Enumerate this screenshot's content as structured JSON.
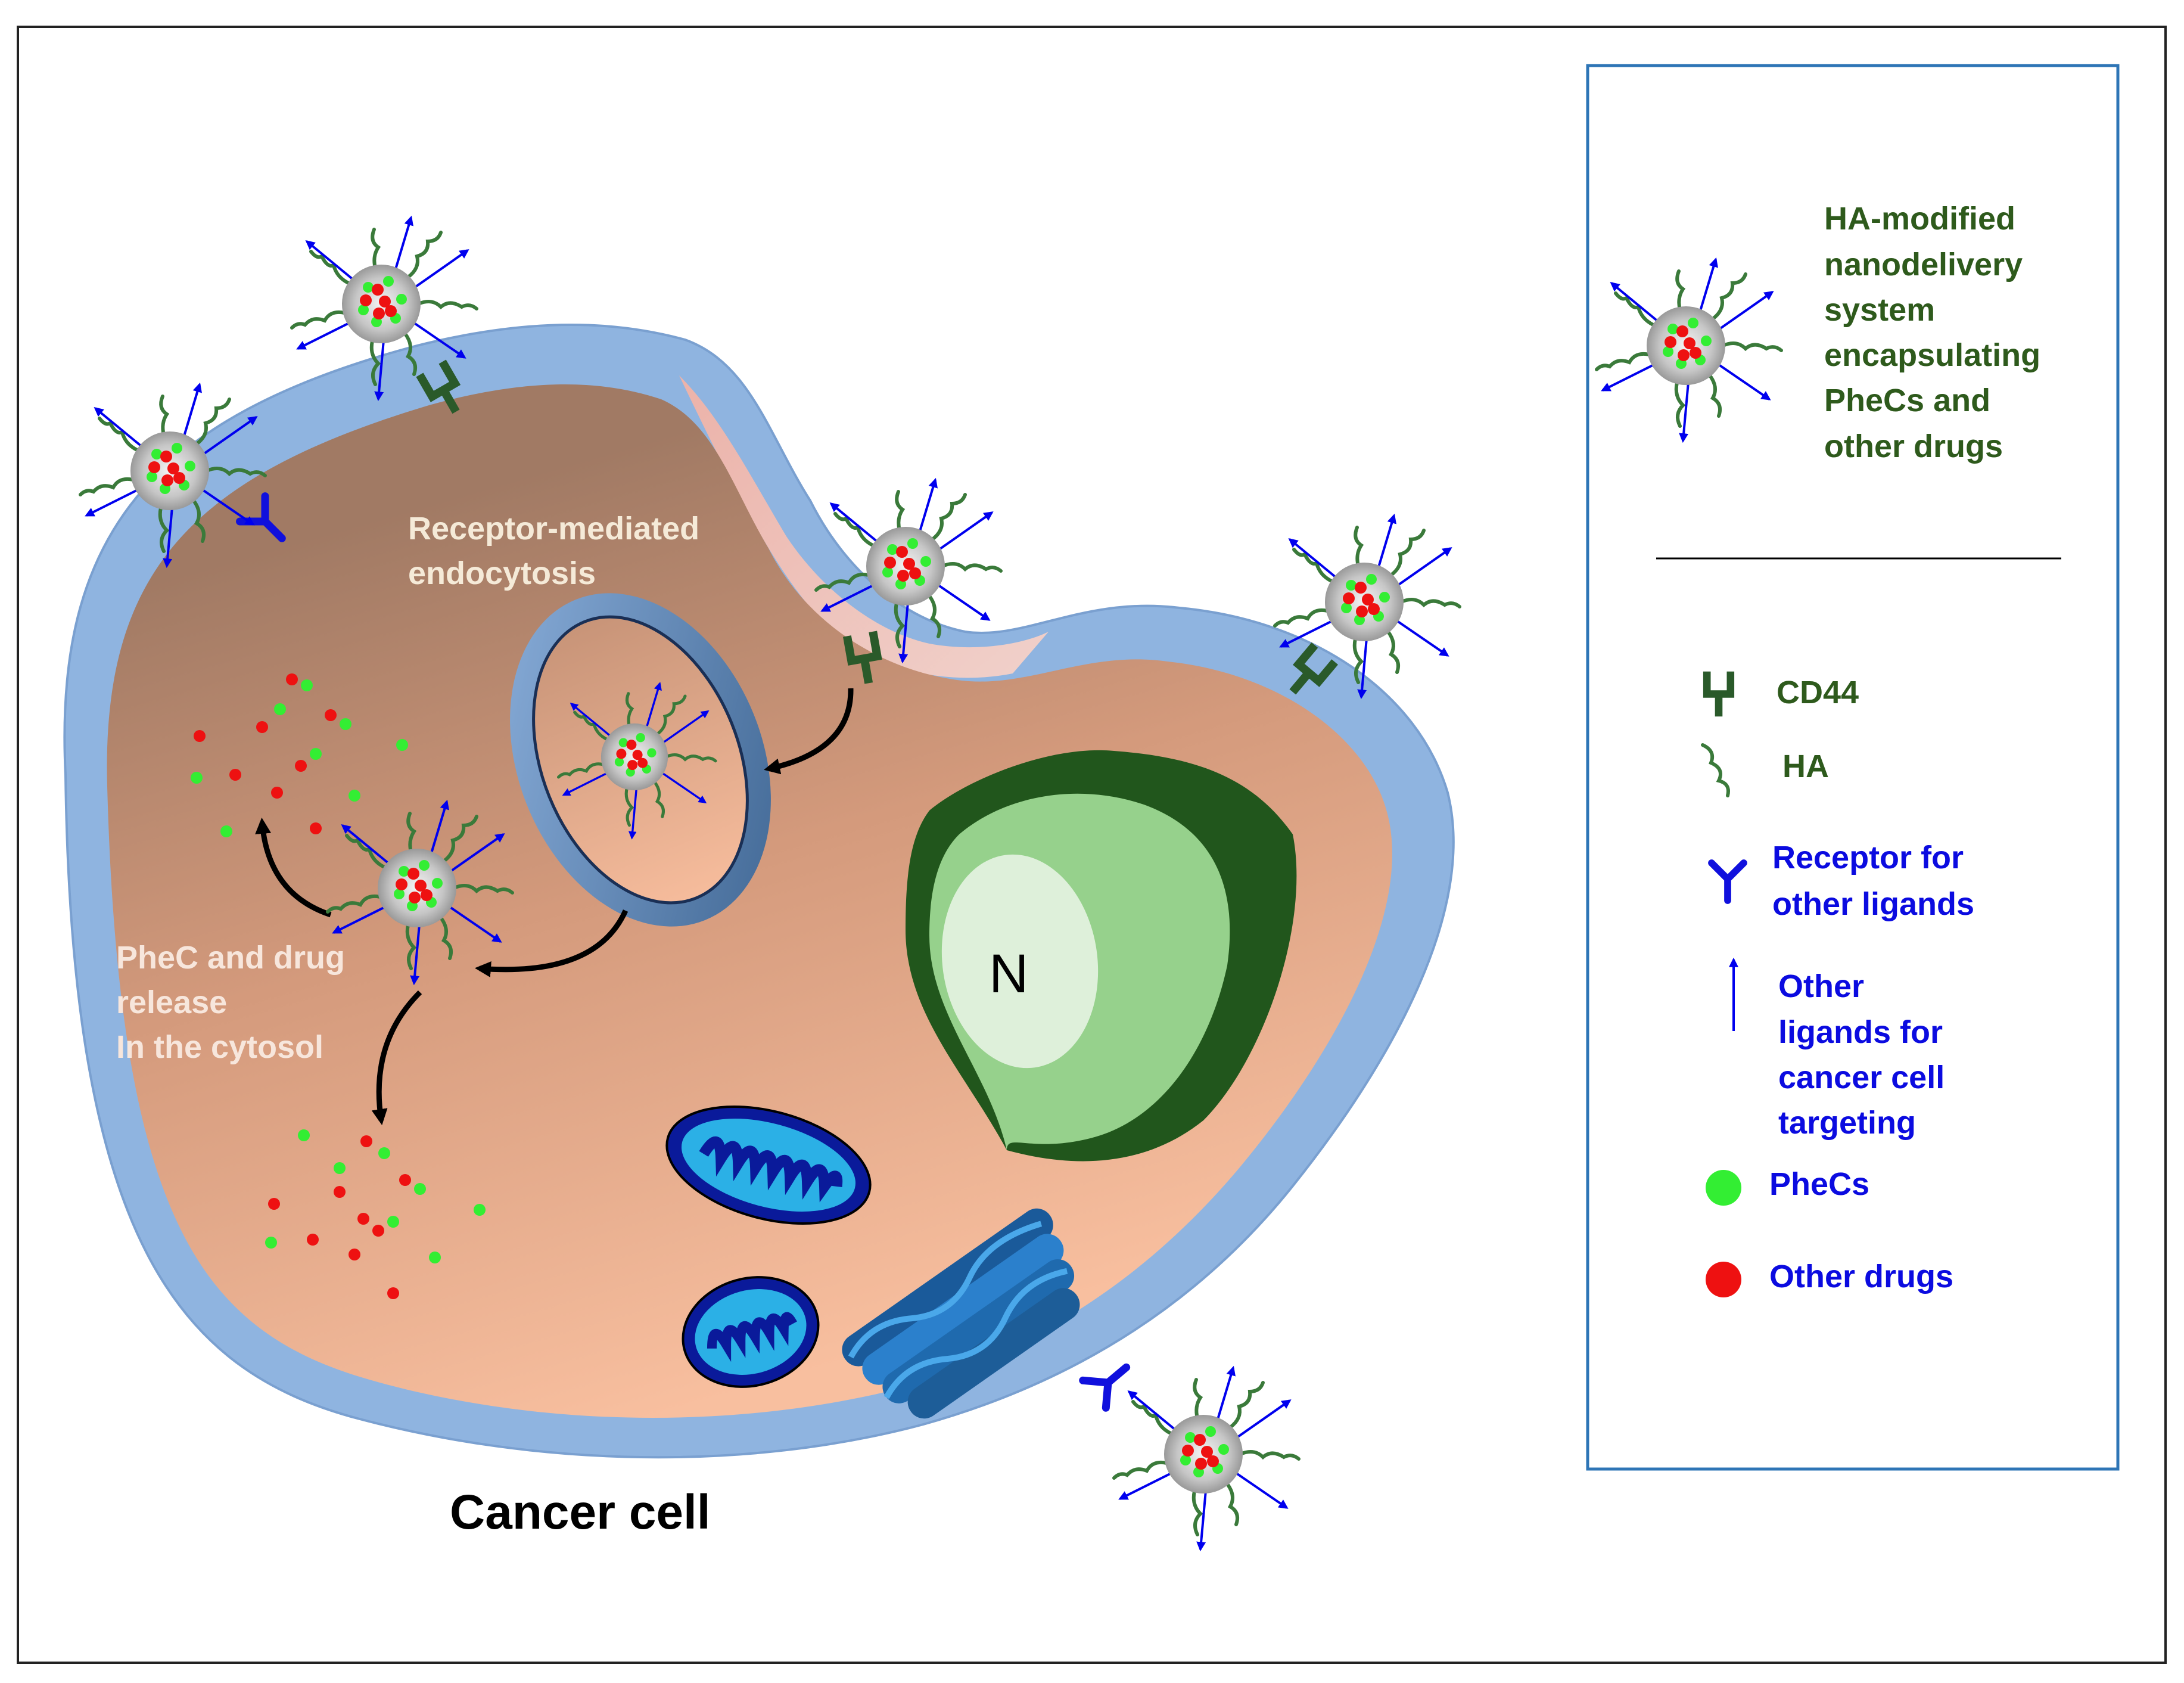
{
  "labels": {
    "endocytosis_line1": "Receptor-mediated",
    "endocytosis_line2": "endocytosis",
    "release_line1": "PheC and drug",
    "release_line2": "release",
    "release_line3": "In the cytosol",
    "nucleus": "N",
    "cell_title": "Cancer cell"
  },
  "legend": {
    "nanosystem_lines": [
      "HA-modified",
      "nanodelivery",
      "system",
      "encapsulating",
      "PheCs and",
      "other drugs"
    ],
    "cd44": "CD44",
    "ha": "HA",
    "receptor_lines": [
      "Receptor for",
      "other ligands"
    ],
    "ligand_lines": [
      "Other",
      "ligands for",
      "cancer cell",
      "targeting"
    ],
    "phecs": "PheCs",
    "other_drugs": "Other drugs"
  },
  "colors": {
    "membrane": "#8fb4e0",
    "cytoplasm_light": "#f4bd9e",
    "cytoplasm_dark": "#a87d66",
    "nucleus_dark": "#21561c",
    "nucleus_mid": "#96d18c",
    "nucleolus": "#def0da",
    "cd44_green": "#2a5a2a",
    "ha_green": "#3a7a3a",
    "ligand_blue": "#0000ee",
    "phec_green": "#33ee33",
    "drug_red": "#ee1111",
    "legend_green_text": "#2e5a1c",
    "legend_blue_text": "#0b0be0",
    "legend_border": "#2e75b6"
  }
}
